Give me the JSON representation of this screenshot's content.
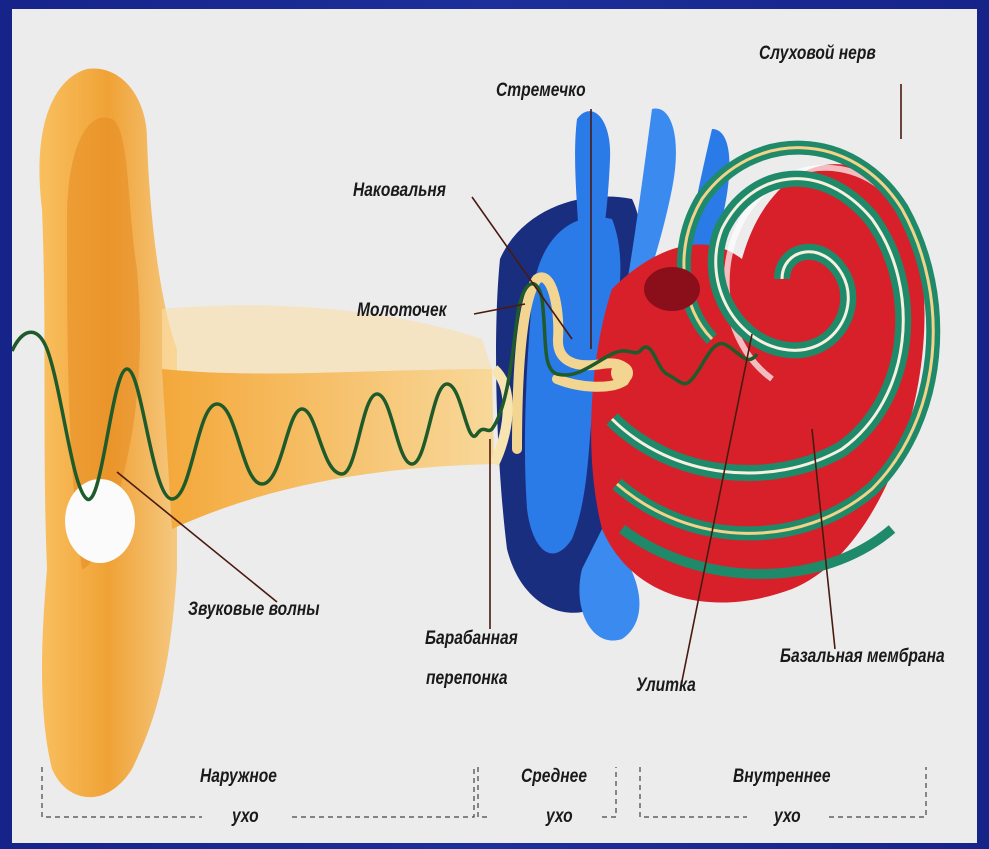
{
  "labels": {
    "auditory_nerve": "Слуховой нерв",
    "stapes": "Стремечко",
    "incus": "Наковальня",
    "malleus": "Молоточек",
    "sound_waves": "Звуковые волны",
    "eardrum_line1": "Барабанная",
    "eardrum_line2": "перепонка",
    "cochlea": "Улитка",
    "basilar_membrane": "Базальная мембрана"
  },
  "sections": {
    "outer_line1": "Наружное",
    "outer_line2": "ухо",
    "middle_line1": "Среднее",
    "middle_line2": "ухо",
    "inner_line1": "Внутреннее",
    "inner_line2": "ухо"
  },
  "colors": {
    "background": "#1a2a8c",
    "panel": "#ececec",
    "ear": "#f2a640",
    "wave": "#1f5a2a",
    "cochlea_red": "#d8202a",
    "cochlea_green": "#1f8a6a",
    "canals_blue": "#2a7ae8",
    "cavity_navy": "#1a2e80"
  }
}
